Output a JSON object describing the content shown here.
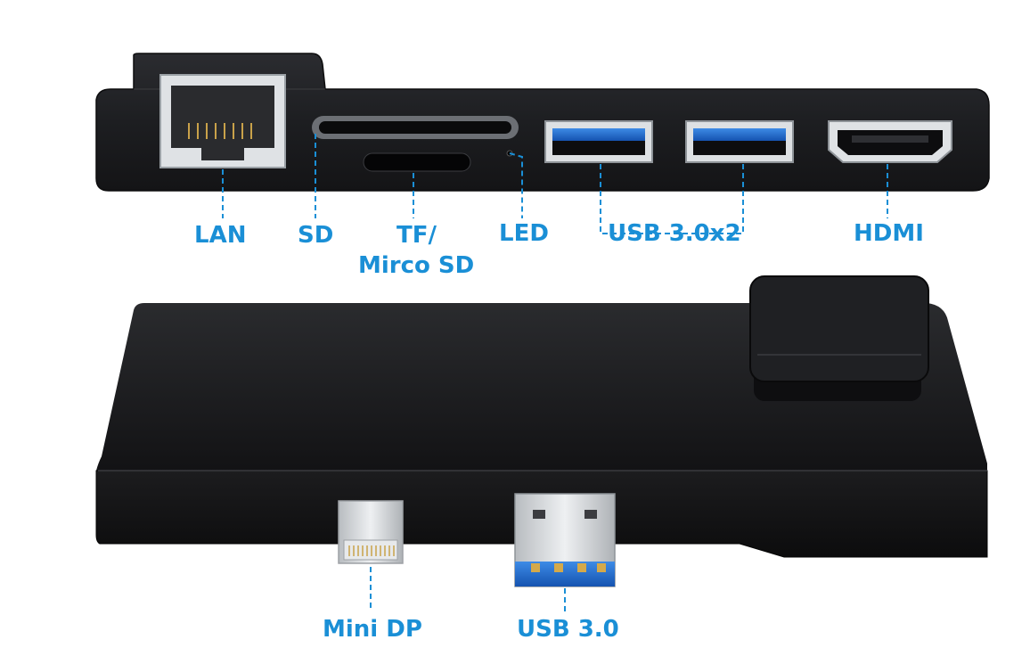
{
  "labels": {
    "lan": "LAN",
    "sd": "SD",
    "tf_line1": "TF/",
    "tf_line2": "Mirco SD",
    "led": "LED",
    "usb30x2": "USB 3.0x2",
    "hdmi": "HDMI",
    "mini_dp": "Mini DP",
    "usb30": "USB 3.0"
  },
  "colors": {
    "label_blue": "#1a8fd6",
    "body_black": "#1b1b1d",
    "usb_blue": "#1f6fd0",
    "metal": "#cfd3d6"
  }
}
